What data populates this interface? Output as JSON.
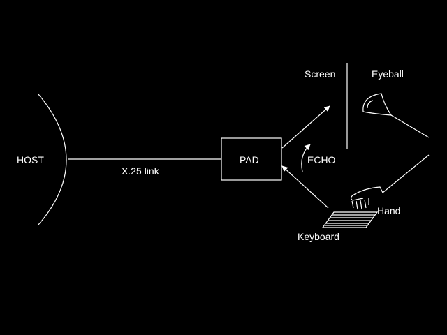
{
  "colors": {
    "background": "#000000",
    "foreground": "#ffffff"
  },
  "labels": {
    "host": "HOST",
    "link": "X.25 link",
    "pad": "PAD",
    "echo": "ECHO",
    "screen": "Screen",
    "eyeball": "Eyeball",
    "hand": "Hand",
    "keyboard": "Keyboard"
  }
}
